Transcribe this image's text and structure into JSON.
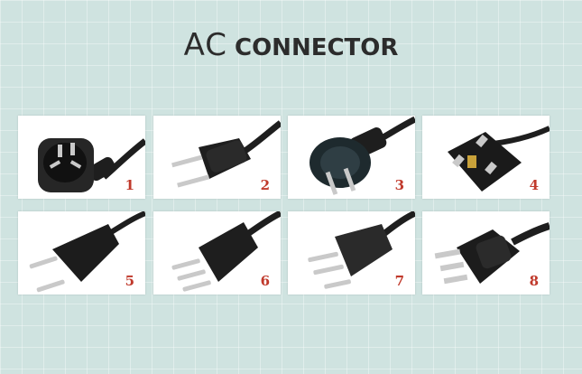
{
  "title": {
    "ac": "AC",
    "connector": "CONNECTOR"
  },
  "colors": {
    "background": "#cfe3e0",
    "number": "#c0392b",
    "plug": "#1e1e1e",
    "pin": "#c9c9c9"
  },
  "plugs": [
    {
      "number": "1",
      "icon": "china-3pin-plug-icon"
    },
    {
      "number": "2",
      "icon": "us-2pin-plug-icon"
    },
    {
      "number": "3",
      "icon": "schuko-plug-icon"
    },
    {
      "number": "4",
      "icon": "uk-plug-icon"
    },
    {
      "number": "5",
      "icon": "euro-2pin-plug-icon"
    },
    {
      "number": "6",
      "icon": "italy-3pin-plug-icon"
    },
    {
      "number": "7",
      "icon": "swiss-3pin-plug-icon"
    },
    {
      "number": "8",
      "icon": "us-3pin-plug-icon"
    }
  ]
}
